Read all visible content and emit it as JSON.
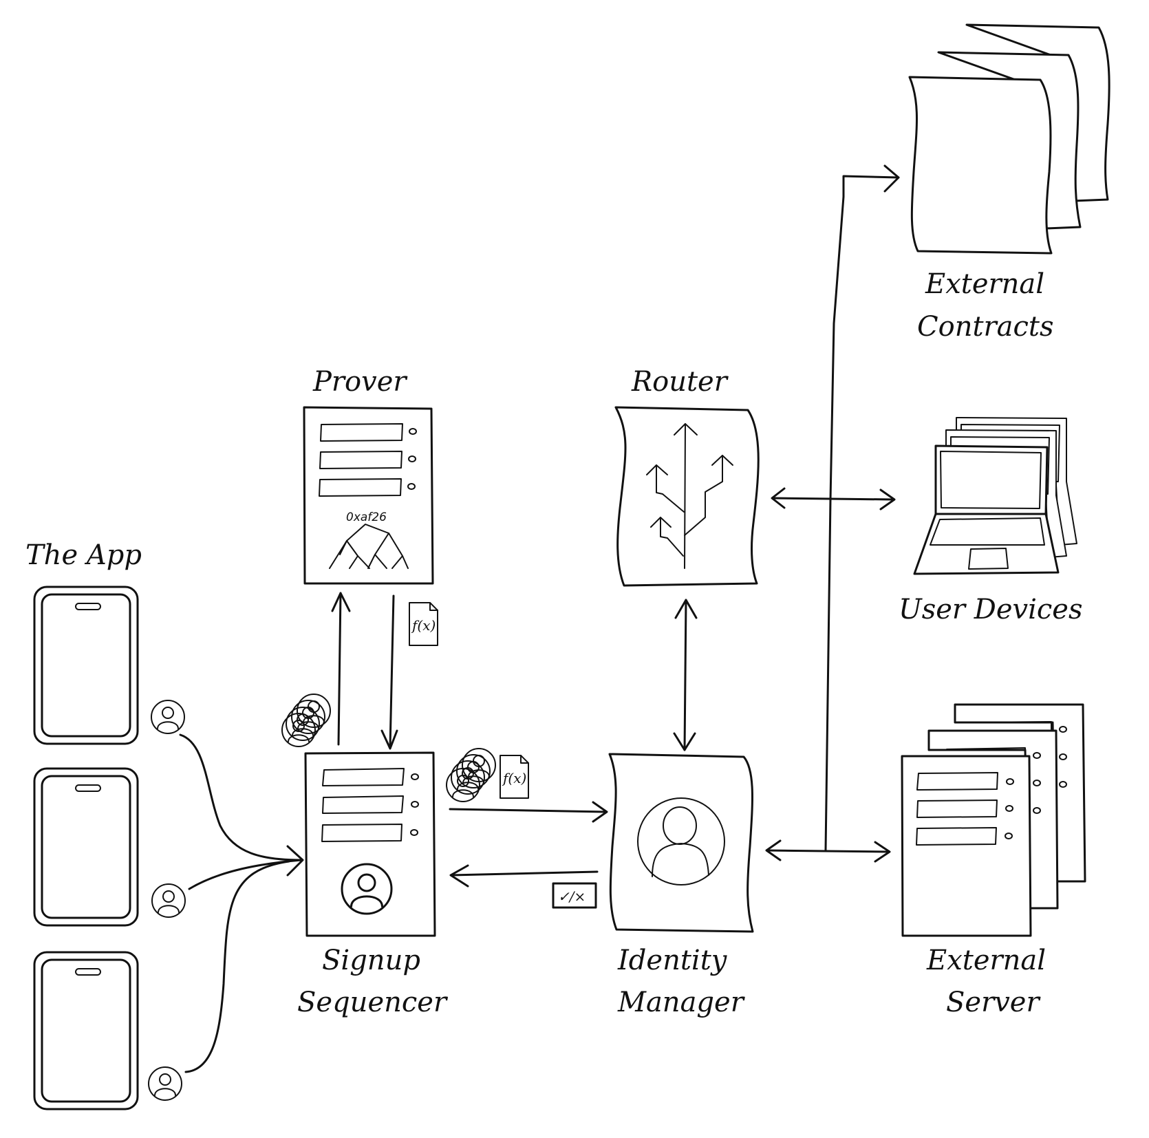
{
  "diagram": {
    "nodes": {
      "the_app": {
        "label": "The App"
      },
      "prover": {
        "label": "Prover",
        "hash": "0xaf26"
      },
      "router": {
        "label": "Router"
      },
      "signup_sequencer": {
        "label_line1": "Signup",
        "label_line2": "Sequencer"
      },
      "identity_manager": {
        "label_line1": "Identity",
        "label_line2": "Manager"
      },
      "external_contracts": {
        "label_line1": "External",
        "label_line2": "Contracts"
      },
      "user_devices": {
        "label": "User Devices"
      },
      "external_server": {
        "label_line1": "External",
        "label_line2": "Server"
      }
    },
    "badges": {
      "proof_fn": "f(x)",
      "proof_fn_2": "f(x)",
      "verify_result": "✓/×"
    },
    "edges": [
      {
        "from": "the_app",
        "to": "signup_sequencer",
        "payload": "identity"
      },
      {
        "from": "signup_sequencer",
        "to": "prover",
        "payload": "identities batch"
      },
      {
        "from": "prover",
        "to": "signup_sequencer",
        "payload": "f(x) proof"
      },
      {
        "from": "signup_sequencer",
        "to": "identity_manager",
        "payload": "identities batch + f(x) proof"
      },
      {
        "from": "identity_manager",
        "to": "signup_sequencer",
        "payload": "✓/× result"
      },
      {
        "from": "router",
        "to": "identity_manager",
        "bidirectional": true
      },
      {
        "from": "router",
        "to": "user_devices",
        "bidirectional": true
      },
      {
        "from": "identity_manager",
        "to": "external_server",
        "bidirectional": true
      },
      {
        "from": "bus",
        "to": "external_contracts"
      }
    ]
  }
}
